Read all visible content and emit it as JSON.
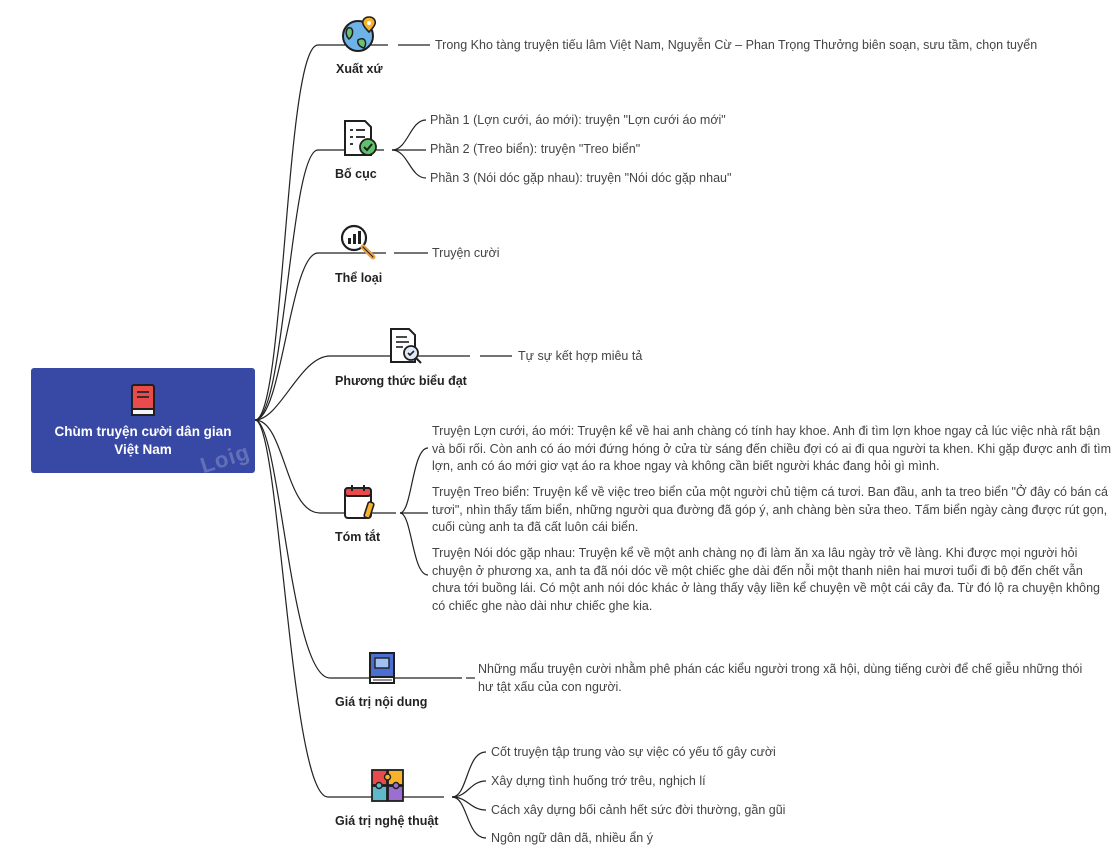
{
  "root": {
    "title": "Chùm truyện cười dân gian Việt Nam",
    "watermark": "Loig",
    "color": "#3848a5"
  },
  "branches": [
    {
      "label": "Xuất xứ",
      "icon": "globe-pin-icon",
      "items": [
        "Trong Kho tàng truyện tiếu lâm Việt Nam, Nguyễn Cừ – Phan Trọng Thưởng biên soạn, sưu tầm, chọn tuyển"
      ]
    },
    {
      "label": "Bố cục",
      "icon": "checklist-icon",
      "items": [
        "Phần 1 (Lợn cưới, áo mới): truyện \"Lợn cưới áo mới\"",
        "Phần 2 (Treo biển): truyện \"Treo biển\"",
        "Phần 3 (Nói dóc gặp nhau): truyện \"Nói dóc gặp nhau\""
      ]
    },
    {
      "label": "Thể loại",
      "icon": "magnifier-chart-icon",
      "items": [
        "Truyện cười"
      ]
    },
    {
      "label": "Phương thức biểu đạt",
      "icon": "document-pen-icon",
      "items": [
        "Tự sự kết hợp miêu tả"
      ]
    },
    {
      "label": "Tóm tắt",
      "icon": "calendar-note-icon",
      "items": [
        "Truyện Lợn cưới, áo mới: Truyện kể về hai anh chàng có tính hay khoe. Anh đi tìm lợn khoe ngay cả lúc việc nhà rất bận và bối rối. Còn anh có áo mới đứng hóng ở cửa từ sáng đến chiều đợi có ai đi qua người ta khen. Khi gặp được anh đi tìm lợn, anh có áo mới giơ vạt áo ra khoe ngay và không cần biết người khác đang hỏi gì mình.",
        "Truyện Treo biển: Truyện kể về việc treo biển của một người chủ tiệm cá tươi. Ban đầu, anh ta treo biển \"Ở đây có bán cá tươi\", nhìn thấy tấm biển, những người qua đường đã góp ý, anh chàng bèn sửa theo. Tấm biển ngày càng được rút gọn, cuối cùng anh ta đã cất luôn cái biển.",
        "Truyện Nói dóc gặp nhau: Truyện kể về một anh chàng nọ đi làm ăn xa lâu ngày trở về làng. Khi được mọi người hỏi chuyện ở phương xa, anh ta đã nói dóc về một chiếc ghe dài đến nỗi một thanh niên hai mươi tuổi đi bộ đến chết vẫn chưa tới buồng lái. Có một anh nói dóc khác ở làng thấy vậy liền kể chuyện về một cái cây đa. Từ đó lộ ra chuyện không có chiếc ghe nào dài như chiếc ghe kia."
      ]
    },
    {
      "label": "Giá trị nội dung",
      "icon": "book-icon",
      "items": [
        "Những mẩu truyện cười nhằm phê phán các kiểu người trong xã hội, dùng tiếng cười để chế giễu những thói hư tật xấu của con người."
      ]
    },
    {
      "label": "Giá trị nghệ thuật",
      "icon": "puzzle-icon",
      "items": [
        "Cốt truyện tập trung vào sự việc có yếu tố gây cười",
        "Xây dựng tình huống trớ trêu, nghịch lí",
        "Cách xây dựng bối cảnh hết sức đời thường, gần gũi",
        "Ngôn ngữ dân dã, nhiều ẩn ý"
      ]
    }
  ]
}
